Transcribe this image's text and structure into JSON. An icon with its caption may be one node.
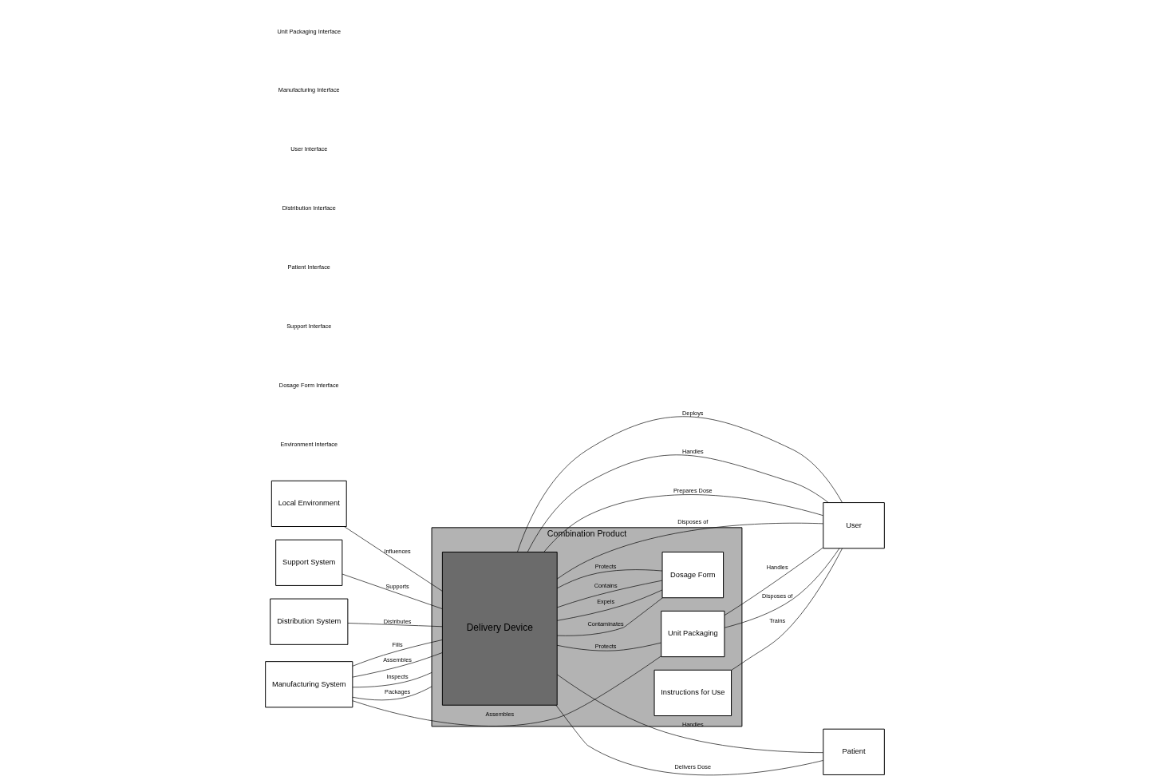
{
  "diagram": {
    "nodes": [
      {
        "text": [
          "Combination Product"
        ]
      },
      {
        "text": [
          "Local Environment"
        ]
      },
      {
        "text": [
          "Support System"
        ]
      },
      {
        "text": [
          "Distribution System"
        ]
      },
      {
        "text": [
          "Manufacturing System"
        ]
      },
      {
        "text": [
          "Delivery Device"
        ],
        "in": 0
      },
      {
        "text": [
          "Dosage Form"
        ],
        "in": 0
      },
      {
        "text": [
          "Instructions for Use"
        ],
        "in": 0
      },
      {
        "text": [
          "Unit Packaging"
        ],
        "in": 0
      },
      {
        "text": [
          "Patient"
        ]
      },
      {
        "text": [
          "User"
        ]
      }
    ],
    "edges": [
      {
        "from": 1,
        "to": 5,
        "arrow": "none",
        "label": "Influences"
      },
      {
        "from": 2,
        "to": 5,
        "arrow": "none",
        "label": "Supports"
      },
      {
        "from": 3,
        "to": 5,
        "arrow": "none",
        "label": "Distributes"
      },
      {
        "from": 4,
        "to": 5,
        "arrow": "none",
        "label": "Fills"
      },
      {
        "from": 4,
        "to": 5,
        "arrow": "none",
        "label": "Assembles"
      },
      {
        "from": 4,
        "to": 8,
        "arrow": "none",
        "label": "Assembles"
      },
      {
        "from": 4,
        "to": 0,
        "arrow": "none",
        "label": "Inspects"
      },
      {
        "from": 4,
        "to": 0,
        "arrow": "none",
        "label": "Packages"
      },
      {
        "from": 5,
        "to": 6,
        "arrow": "none",
        "label": "Protects"
      },
      {
        "from": 5,
        "to": 6,
        "arrow": "none",
        "label": "Contaminates"
      },
      {
        "from": 5,
        "to": 6,
        "arrow": "none",
        "label": "Expels"
      },
      {
        "from": 5,
        "to": 6,
        "arrow": "none",
        "label": "Contains"
      },
      {
        "from": 5,
        "to": 9,
        "arrow": "none",
        "label": "Delivers Dose"
      },
      {
        "from": 5,
        "to": 9,
        "arrow": "none",
        "label": "Handles"
      },
      {
        "from": 7,
        "to": 10,
        "arrow": "none",
        "label": "Trains"
      },
      {
        "from": 5,
        "to": 10,
        "arrow": "none",
        "label": "Deploys"
      },
      {
        "from": 5,
        "to": 10,
        "arrow": "none",
        "label": "Handles"
      },
      {
        "from": 5,
        "to": 10,
        "arrow": "none",
        "label": "Prepares Dose"
      },
      {
        "from": 5,
        "to": 10,
        "arrow": "none",
        "label": "Disposes of"
      },
      {
        "from": 5,
        "to": 8,
        "arrow": "none",
        "label": "Protects"
      },
      {
        "from": 8,
        "to": 10,
        "arrow": "none",
        "label": "Disposes of"
      },
      {
        "from": 8,
        "to": 10,
        "arrow": "none",
        "label": "Handles"
      }
    ],
    "labels": [
      "Environment Interface",
      "Dosage Form Interface",
      "Support Interface",
      "Patient Interface",
      "Distribution Interface",
      "User Interface",
      "Manufacturing Interface",
      "Unit Packaging Interface"
    ]
  }
}
